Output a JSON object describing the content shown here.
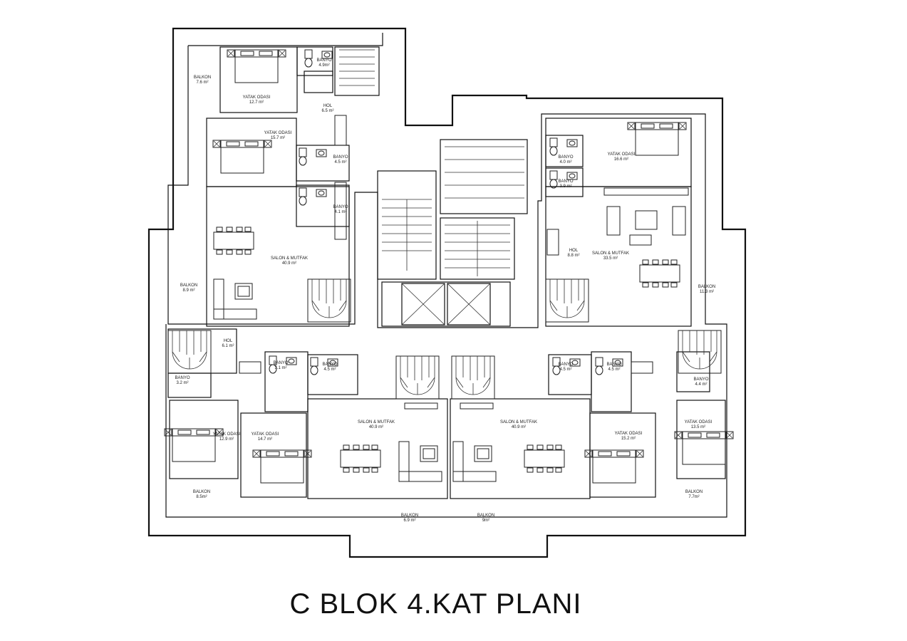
{
  "title": "C BLOK 4.KAT PLANI",
  "rooms": [
    {
      "id": "r1",
      "name": "BALKON",
      "area": "7.6 m²"
    },
    {
      "id": "r2",
      "name": "YATAK ODASI",
      "area": "12.7 m²"
    },
    {
      "id": "r3",
      "name": "BANYO",
      "area": "4.9m²"
    },
    {
      "id": "r4",
      "name": "HOL",
      "area": "6.5 m²"
    },
    {
      "id": "r5",
      "name": "YATAK ODASI",
      "area": "15.7 m²"
    },
    {
      "id": "r6",
      "name": "BANYO",
      "area": "4.5 m²"
    },
    {
      "id": "r7",
      "name": "BANYO",
      "area": "4.1 m²"
    },
    {
      "id": "r8",
      "name": "SALON & MUTFAK",
      "area": "40.9 m²"
    },
    {
      "id": "r9",
      "name": "BALKON",
      "area": "8.9 m²"
    },
    {
      "id": "r10",
      "name": "YATAK ODASI",
      "area": "16.6 m²"
    },
    {
      "id": "r11",
      "name": "BANYO",
      "area": "4.0 m²"
    },
    {
      "id": "r12",
      "name": "BANYO",
      "area": "3.9 m²"
    },
    {
      "id": "r13",
      "name": "HOL",
      "area": "8.8 m²"
    },
    {
      "id": "r14",
      "name": "SALON & MUTFAK",
      "area": "33.5 m²"
    },
    {
      "id": "r15",
      "name": "BALKON",
      "area": "11.3 m²"
    },
    {
      "id": "r16",
      "name": "HOL",
      "area": "6.1 m²"
    },
    {
      "id": "r17",
      "name": "BANYO",
      "area": "3.2 m²"
    },
    {
      "id": "r18",
      "name": "BANYO",
      "area": "3.1 m²"
    },
    {
      "id": "r19",
      "name": "BANYO",
      "area": "4.5 m²"
    },
    {
      "id": "r20",
      "name": "YATAK ODASI",
      "area": "12.9 m²"
    },
    {
      "id": "r21",
      "name": "YATAK ODASI",
      "area": "14.7 m²"
    },
    {
      "id": "r22",
      "name": "SALON & MUTFAK",
      "area": "40.9 m²"
    },
    {
      "id": "r23",
      "name": "BALKON",
      "area": "8.5m²"
    },
    {
      "id": "r24",
      "name": "BALKON",
      "area": "6.9 m²"
    },
    {
      "id": "r25",
      "name": "SALON & MUTFAK",
      "area": "40.9 m²"
    },
    {
      "id": "r26",
      "name": "BALKON",
      "area": "9m²"
    },
    {
      "id": "r27",
      "name": "BANYO",
      "area": "4.5 m²"
    },
    {
      "id": "r28",
      "name": "BANYO",
      "area": "4.5 m²"
    },
    {
      "id": "r29",
      "name": "BANYO",
      "area": "4.4 m²"
    },
    {
      "id": "r30",
      "name": "YATAK ODASI",
      "area": "15.2 m²"
    },
    {
      "id": "r31",
      "name": "YATAK ODASI",
      "area": "13.5 m²"
    },
    {
      "id": "r32",
      "name": "BALKON",
      "area": "7.7m²"
    }
  ]
}
